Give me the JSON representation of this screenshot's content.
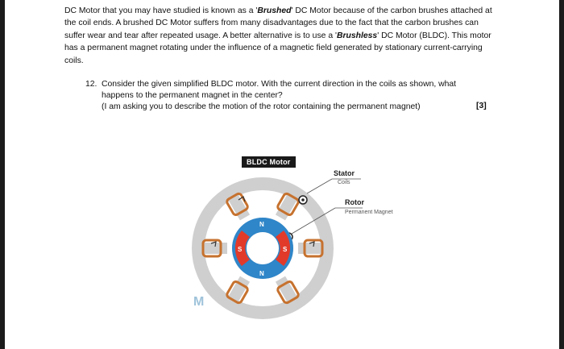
{
  "intro": {
    "part1": "DC Motor that you may have studied is known as a '",
    "brushed": "Brushed",
    "part2": "' DC Motor because of the carbon brushes attached at the coil ends. A brushed DC Motor suffers from many disadvantages due to the fact that the carbon brushes can suffer wear and tear after repeated usage. A better alternative is to use a '",
    "brushless": "Brushless",
    "part3": "' DC Motor (BLDC). This motor has a permanent magnet rotating under the influence of a magnetic field generated by stationary current-carrying coils."
  },
  "question": {
    "number": "12.",
    "line1": "Consider the given simplified BLDC motor. With the current direction in the coils as shown, what happens to the permanent magnet in the center?",
    "line2": "(I am asking you to describe the motion of the rotor containing the permanent magnet)",
    "marks": "[3]"
  },
  "figure": {
    "title": "BLDC Motor",
    "stator_label": "Stator",
    "stator_sub": "Coils",
    "rotor_label": "Rotor",
    "rotor_sub": "Permanent Magnet",
    "pole_n": "N",
    "pole_s": "S",
    "logo": "M",
    "colors": {
      "stator": "#c9c9c9",
      "coil": "#c6722f",
      "north": "#2f86c9",
      "south": "#e23a2a"
    }
  }
}
